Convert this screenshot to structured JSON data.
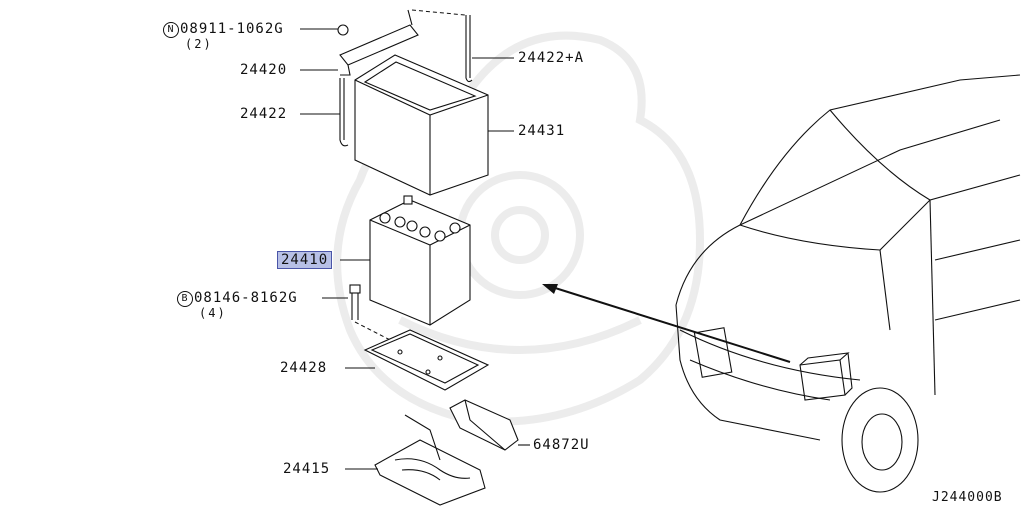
{
  "callouts": [
    {
      "id": "nut",
      "prefix": "N",
      "code": "08911-1062G",
      "qty": "(2)"
    },
    {
      "id": "bracket",
      "code": "24420"
    },
    {
      "id": "rod-left",
      "code": "24422"
    },
    {
      "id": "rod-right",
      "code": "24422+A"
    },
    {
      "id": "cover",
      "code": "24431"
    },
    {
      "id": "battery",
      "code": "24410",
      "highlighted": true,
      "highlight_color": "#b7c0e6"
    },
    {
      "id": "bolt",
      "prefix": "B",
      "code": "08146-8162G",
      "qty": "(4)"
    },
    {
      "id": "tray",
      "code": "24428"
    },
    {
      "id": "duct",
      "code": "64872U"
    },
    {
      "id": "support",
      "code": "24415"
    }
  ],
  "diagram_id": "J244000B"
}
